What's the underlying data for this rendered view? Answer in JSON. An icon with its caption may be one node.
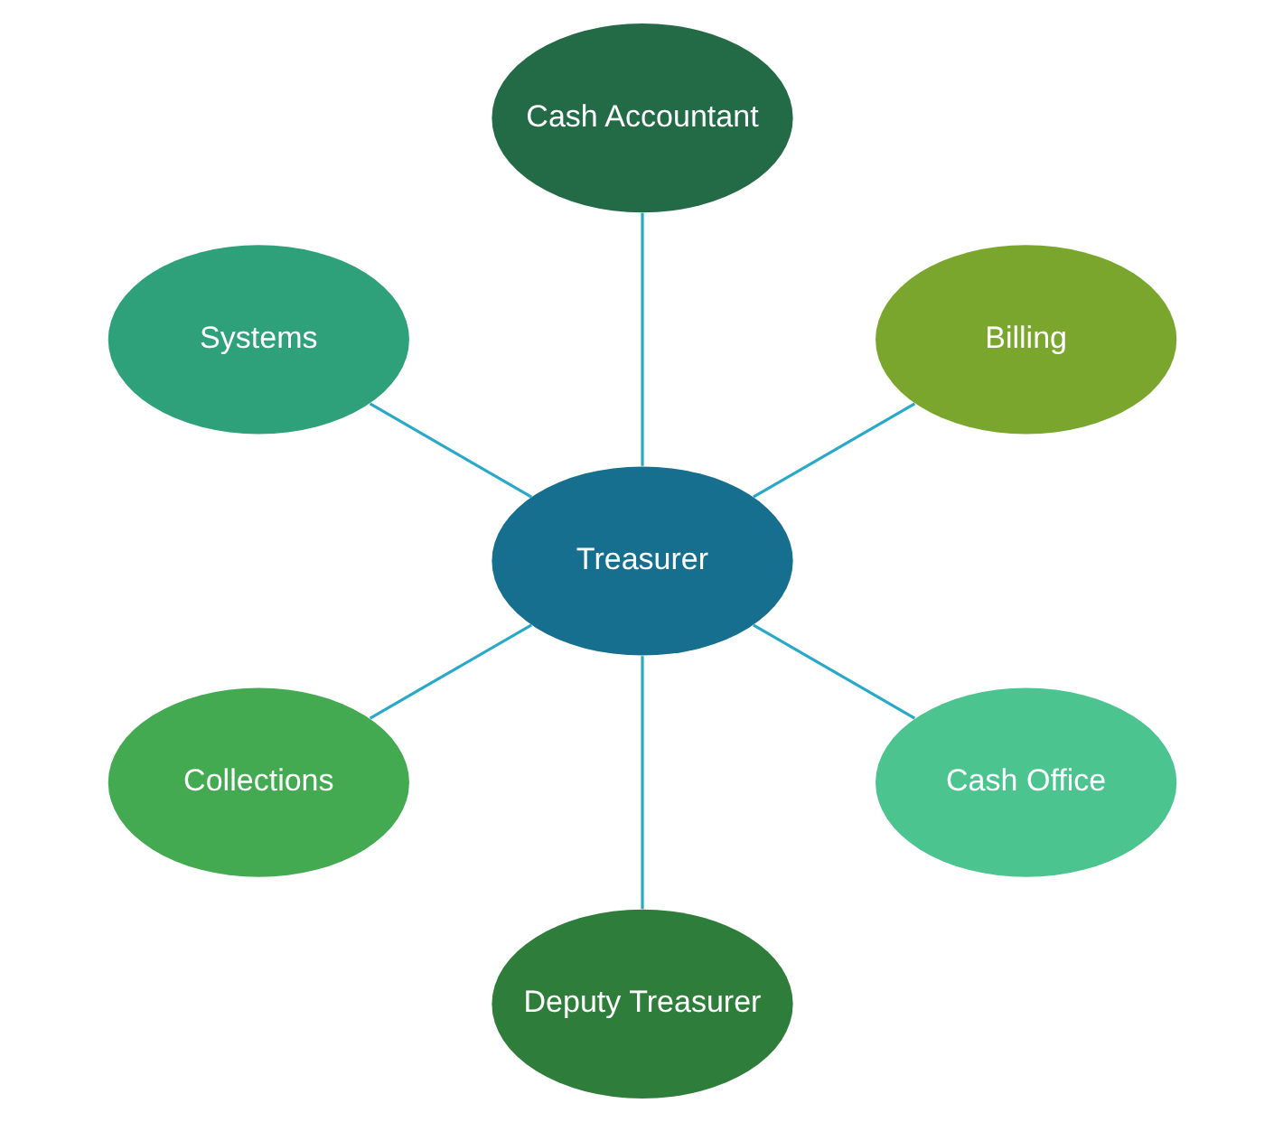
{
  "diagram": {
    "nodes": [
      {
        "text": [
          "Billing"
        ]
      },
      {
        "text": [
          "Cash Accountant"
        ]
      },
      {
        "text": [
          "Systems"
        ]
      },
      {
        "text": [
          "Treasurer"
        ]
      },
      {
        "text": [
          "Collections"
        ]
      },
      {
        "text": [
          "Deputy Treasurer"
        ]
      },
      {
        "text": [
          "Cash Office"
        ]
      }
    ],
    "edges": [
      {
        "from": 3,
        "to": 0,
        "arrow": "none"
      },
      {
        "from": 3,
        "to": 1,
        "arrow": "none"
      },
      {
        "from": 3,
        "to": 2,
        "arrow": "none"
      },
      {
        "from": 3,
        "to": 4,
        "arrow": "none"
      },
      {
        "from": 3,
        "to": 5,
        "arrow": "none"
      },
      {
        "from": 3,
        "to": 6,
        "arrow": "none"
      }
    ]
  }
}
